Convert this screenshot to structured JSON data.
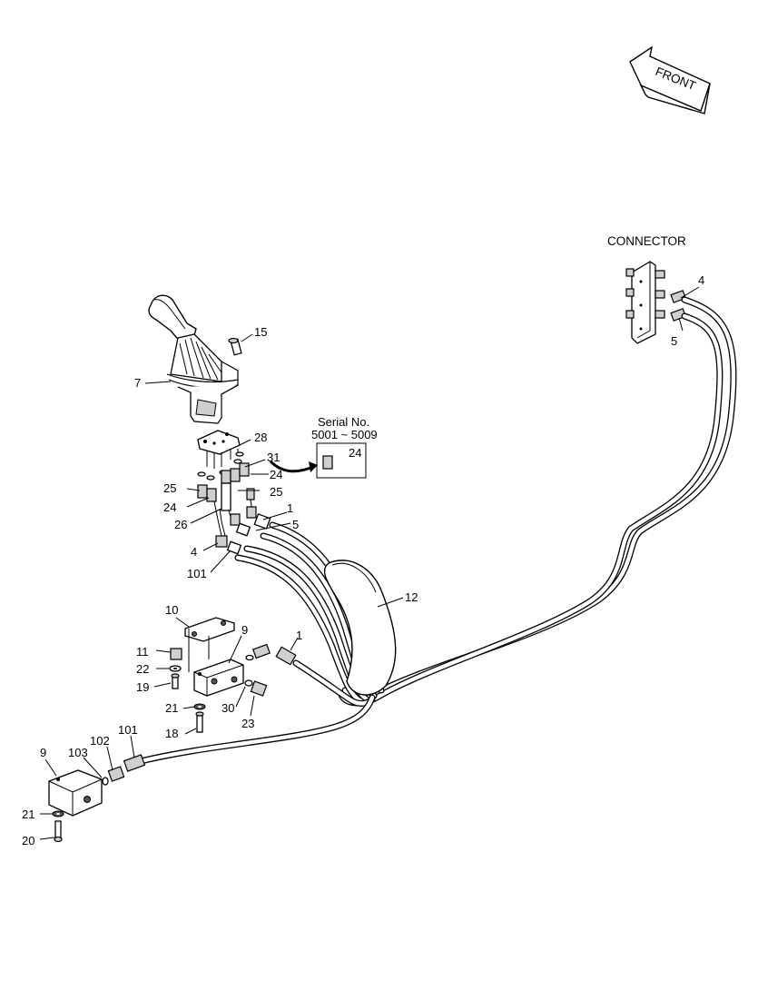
{
  "direction_arrow": {
    "label": "FRONT"
  },
  "connector_title": "CONNECTOR",
  "serial_note": {
    "line1": "Serial No.",
    "line2": "5001 ~ 5009"
  },
  "callouts": [
    {
      "id": "c15",
      "text": "15"
    },
    {
      "id": "c7",
      "text": "7"
    },
    {
      "id": "c28",
      "text": "28"
    },
    {
      "id": "c31",
      "text": "31"
    },
    {
      "id": "c24a",
      "text": "24"
    },
    {
      "id": "c24b",
      "text": "24"
    },
    {
      "id": "c24c",
      "text": "24"
    },
    {
      "id": "c25a",
      "text": "25"
    },
    {
      "id": "c25b",
      "text": "25"
    },
    {
      "id": "c26",
      "text": "26"
    },
    {
      "id": "c1a",
      "text": "1"
    },
    {
      "id": "c5a",
      "text": "5"
    },
    {
      "id": "c4a",
      "text": "4"
    },
    {
      "id": "c101a",
      "text": "101"
    },
    {
      "id": "c12",
      "text": "12"
    },
    {
      "id": "c10",
      "text": "10"
    },
    {
      "id": "c9a",
      "text": "9"
    },
    {
      "id": "c11",
      "text": "11"
    },
    {
      "id": "c22",
      "text": "22"
    },
    {
      "id": "c19",
      "text": "19"
    },
    {
      "id": "c1b",
      "text": "1"
    },
    {
      "id": "c21a",
      "text": "21"
    },
    {
      "id": "c30",
      "text": "30"
    },
    {
      "id": "c23",
      "text": "23"
    },
    {
      "id": "c18",
      "text": "18"
    },
    {
      "id": "c9b",
      "text": "9"
    },
    {
      "id": "c103",
      "text": "103"
    },
    {
      "id": "c102",
      "text": "102"
    },
    {
      "id": "c101b",
      "text": "101"
    },
    {
      "id": "c21b",
      "text": "21"
    },
    {
      "id": "c20",
      "text": "20"
    },
    {
      "id": "c4b",
      "text": "4"
    },
    {
      "id": "c5b",
      "text": "5"
    }
  ]
}
